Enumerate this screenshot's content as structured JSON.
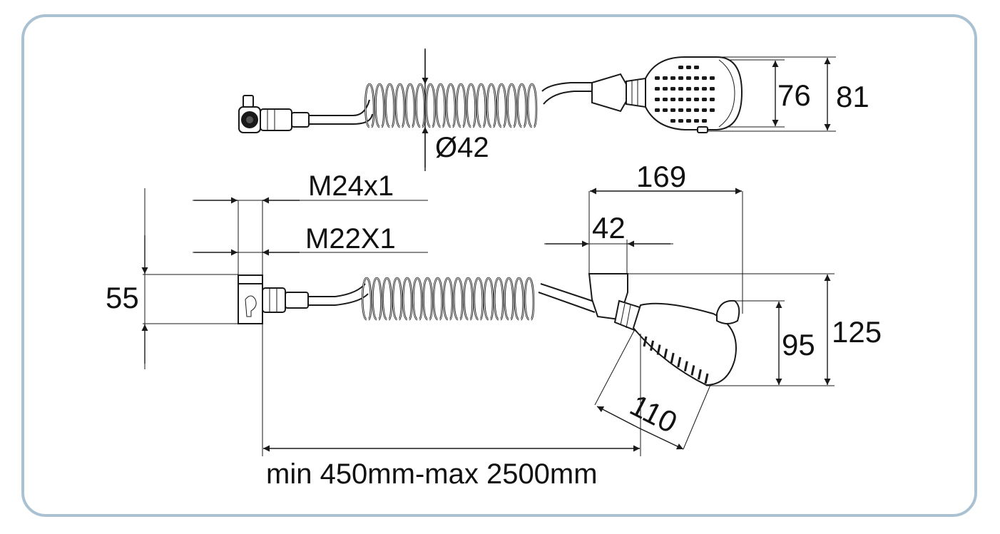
{
  "border_color": "#a9c1d1",
  "line_color": "#1a1a1a",
  "dimensions": {
    "top_hose_diameter": "Ø42",
    "top_head_inner_height": "76",
    "top_head_outer_height": "81",
    "thread_outer": "M24x1",
    "thread_inner": "M22X1",
    "elbow_height": "55",
    "head_total_width": "169",
    "handle_width": "42",
    "head_face_height": "95",
    "head_total_height": "125",
    "head_face_diameter": "110",
    "hose_length": "min 450mm-max 2500mm"
  },
  "icons": [
    "hand-shower-icon",
    "coiled-hose-icon",
    "elbow-connector-icon",
    "dimension-arrow-icon"
  ]
}
